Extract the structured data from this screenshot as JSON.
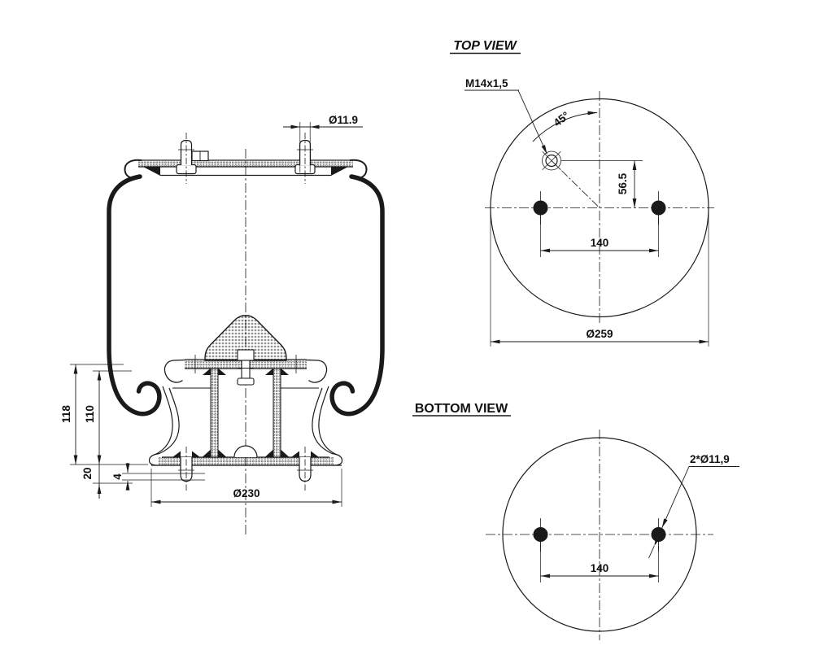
{
  "drawing": {
    "type": "air-spring engineering drawing",
    "line_color": "#1a1a1a",
    "background": "#ffffff"
  },
  "side_view": {
    "stud_diameter": "Ø11.9",
    "height_total": "118",
    "height_piston": "110",
    "stud_length": "20",
    "collar_height": "4",
    "base_diameter": "Ø230"
  },
  "top_view": {
    "title": "TOP VIEW",
    "thread_label": "M14x1,5",
    "angle": "45°",
    "vertical_offset": "56.5",
    "hole_spacing": "140",
    "plate_diameter": "Ø259"
  },
  "bottom_view": {
    "title": "BOTTOM VIEW",
    "hole_label": "2*Ø11,9",
    "hole_spacing": "140"
  }
}
